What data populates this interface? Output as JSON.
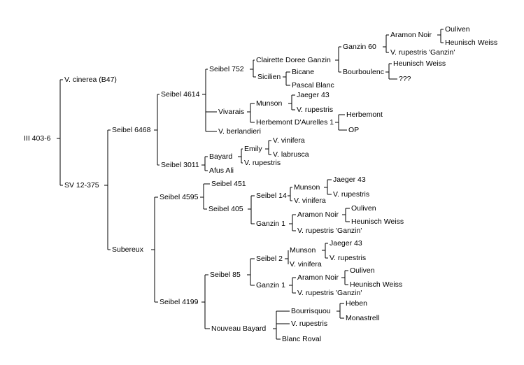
{
  "colors": {
    "line": "#000000",
    "text": "#000000",
    "background": "#ffffff"
  },
  "nodes": [
    {
      "id": "n0",
      "label": "III 403-6",
      "parent": null
    },
    {
      "id": "n1",
      "label": "V. cinerea (B47)",
      "parent": "n0"
    },
    {
      "id": "n2",
      "label": "SV 12-375",
      "parent": "n0"
    },
    {
      "id": "n3",
      "label": "Seibel 6468",
      "parent": "n2"
    },
    {
      "id": "n4",
      "label": "Subereux",
      "parent": "n2"
    },
    {
      "id": "n5",
      "label": "Seibel 4614",
      "parent": "n3"
    },
    {
      "id": "n6",
      "label": "Seibel 3011",
      "parent": "n3"
    },
    {
      "id": "n7",
      "label": "Seibel 752",
      "parent": "n5"
    },
    {
      "id": "n8",
      "label": "Vivarais",
      "parent": "n5"
    },
    {
      "id": "n9",
      "label": "V. berlandieri",
      "parent": "n5"
    },
    {
      "id": "n10",
      "label": "Clairette Doree Ganzin",
      "parent": "n7"
    },
    {
      "id": "n11",
      "label": "Sicilien",
      "parent": "n7"
    },
    {
      "id": "n12",
      "label": "Ganzin 60",
      "parent": "n10"
    },
    {
      "id": "n13",
      "label": "Bourboulenc",
      "parent": "n10"
    },
    {
      "id": "n14",
      "label": "Aramon Noir",
      "parent": "n12"
    },
    {
      "id": "n15",
      "label": "V. rupestris 'Ganzin'",
      "parent": "n12"
    },
    {
      "id": "n16",
      "label": "Ouliven",
      "parent": "n14"
    },
    {
      "id": "n17",
      "label": "Heunisch Weiss",
      "parent": "n14"
    },
    {
      "id": "n18",
      "label": "Heunisch Weiss",
      "parent": "n13"
    },
    {
      "id": "n19",
      "label": "???",
      "parent": "n13"
    },
    {
      "id": "n20",
      "label": "Bicane",
      "parent": "n11"
    },
    {
      "id": "n21",
      "label": "Pascal Blanc",
      "parent": "n11"
    },
    {
      "id": "n22",
      "label": "Munson",
      "parent": "n8"
    },
    {
      "id": "n23",
      "label": "Herbemont D'Aurelles 1",
      "parent": "n8"
    },
    {
      "id": "n24",
      "label": "Jaeger 43",
      "parent": "n22"
    },
    {
      "id": "n25",
      "label": "V. rupestris",
      "parent": "n22"
    },
    {
      "id": "n26",
      "label": "Herbemont",
      "parent": "n23"
    },
    {
      "id": "n27",
      "label": "OP",
      "parent": "n23"
    },
    {
      "id": "n28",
      "label": "Bayard",
      "parent": "n6"
    },
    {
      "id": "n29",
      "label": "Afus Ali",
      "parent": "n6"
    },
    {
      "id": "n30",
      "label": "Emily",
      "parent": "n28"
    },
    {
      "id": "n31",
      "label": "V. rupestris",
      "parent": "n28"
    },
    {
      "id": "n32",
      "label": "V. vinifera",
      "parent": "n30"
    },
    {
      "id": "n33",
      "label": "V. labrusca",
      "parent": "n30"
    },
    {
      "id": "n34",
      "label": "Seibel 4595",
      "parent": "n4"
    },
    {
      "id": "n35",
      "label": "Seibel 4199",
      "parent": "n4"
    },
    {
      "id": "n36",
      "label": "Seibel 451",
      "parent": "n34"
    },
    {
      "id": "n37",
      "label": "Seibel 405",
      "parent": "n34"
    },
    {
      "id": "n38",
      "label": "Seibel 14",
      "parent": "n37"
    },
    {
      "id": "n39",
      "label": "Ganzin 1",
      "parent": "n37"
    },
    {
      "id": "n40",
      "label": "Munson",
      "parent": "n38"
    },
    {
      "id": "n41",
      "label": "V. vinifera",
      "parent": "n38"
    },
    {
      "id": "n42",
      "label": "Jaeger 43",
      "parent": "n40"
    },
    {
      "id": "n43",
      "label": "V. rupestris",
      "parent": "n40"
    },
    {
      "id": "n44",
      "label": "Aramon Noir",
      "parent": "n39"
    },
    {
      "id": "n45",
      "label": "V. rupestris 'Ganzin'",
      "parent": "n39"
    },
    {
      "id": "n46",
      "label": "Ouliven",
      "parent": "n44"
    },
    {
      "id": "n47",
      "label": "Heunisch Weiss",
      "parent": "n44"
    },
    {
      "id": "n48",
      "label": "Seibel 85",
      "parent": "n35"
    },
    {
      "id": "n49",
      "label": "Nouveau Bayard",
      "parent": "n35"
    },
    {
      "id": "n50",
      "label": "Seibel 2",
      "parent": "n48"
    },
    {
      "id": "n51",
      "label": "Ganzin 1",
      "parent": "n48"
    },
    {
      "id": "n52",
      "label": "Munson",
      "parent": "n50"
    },
    {
      "id": "n53",
      "label": "V. vinifera",
      "parent": "n50"
    },
    {
      "id": "n54",
      "label": "Jaeger 43",
      "parent": "n52"
    },
    {
      "id": "n55",
      "label": "V. rupestris",
      "parent": "n52"
    },
    {
      "id": "n56",
      "label": "Aramon Noir",
      "parent": "n51"
    },
    {
      "id": "n57",
      "label": "V. rupestris 'Ganzin'",
      "parent": "n51"
    },
    {
      "id": "n58",
      "label": "Ouliven",
      "parent": "n56"
    },
    {
      "id": "n59",
      "label": "Heunisch Weiss",
      "parent": "n56"
    },
    {
      "id": "n60",
      "label": "Bourrisquou",
      "parent": "n49"
    },
    {
      "id": "n61",
      "label": "V. rupestris",
      "parent": "n49"
    },
    {
      "id": "n62",
      "label": "Blanc Roval",
      "parent": "n49"
    },
    {
      "id": "n63",
      "label": "Heben",
      "parent": "n60"
    },
    {
      "id": "n64",
      "label": "Monastrell",
      "parent": "n60"
    }
  ]
}
